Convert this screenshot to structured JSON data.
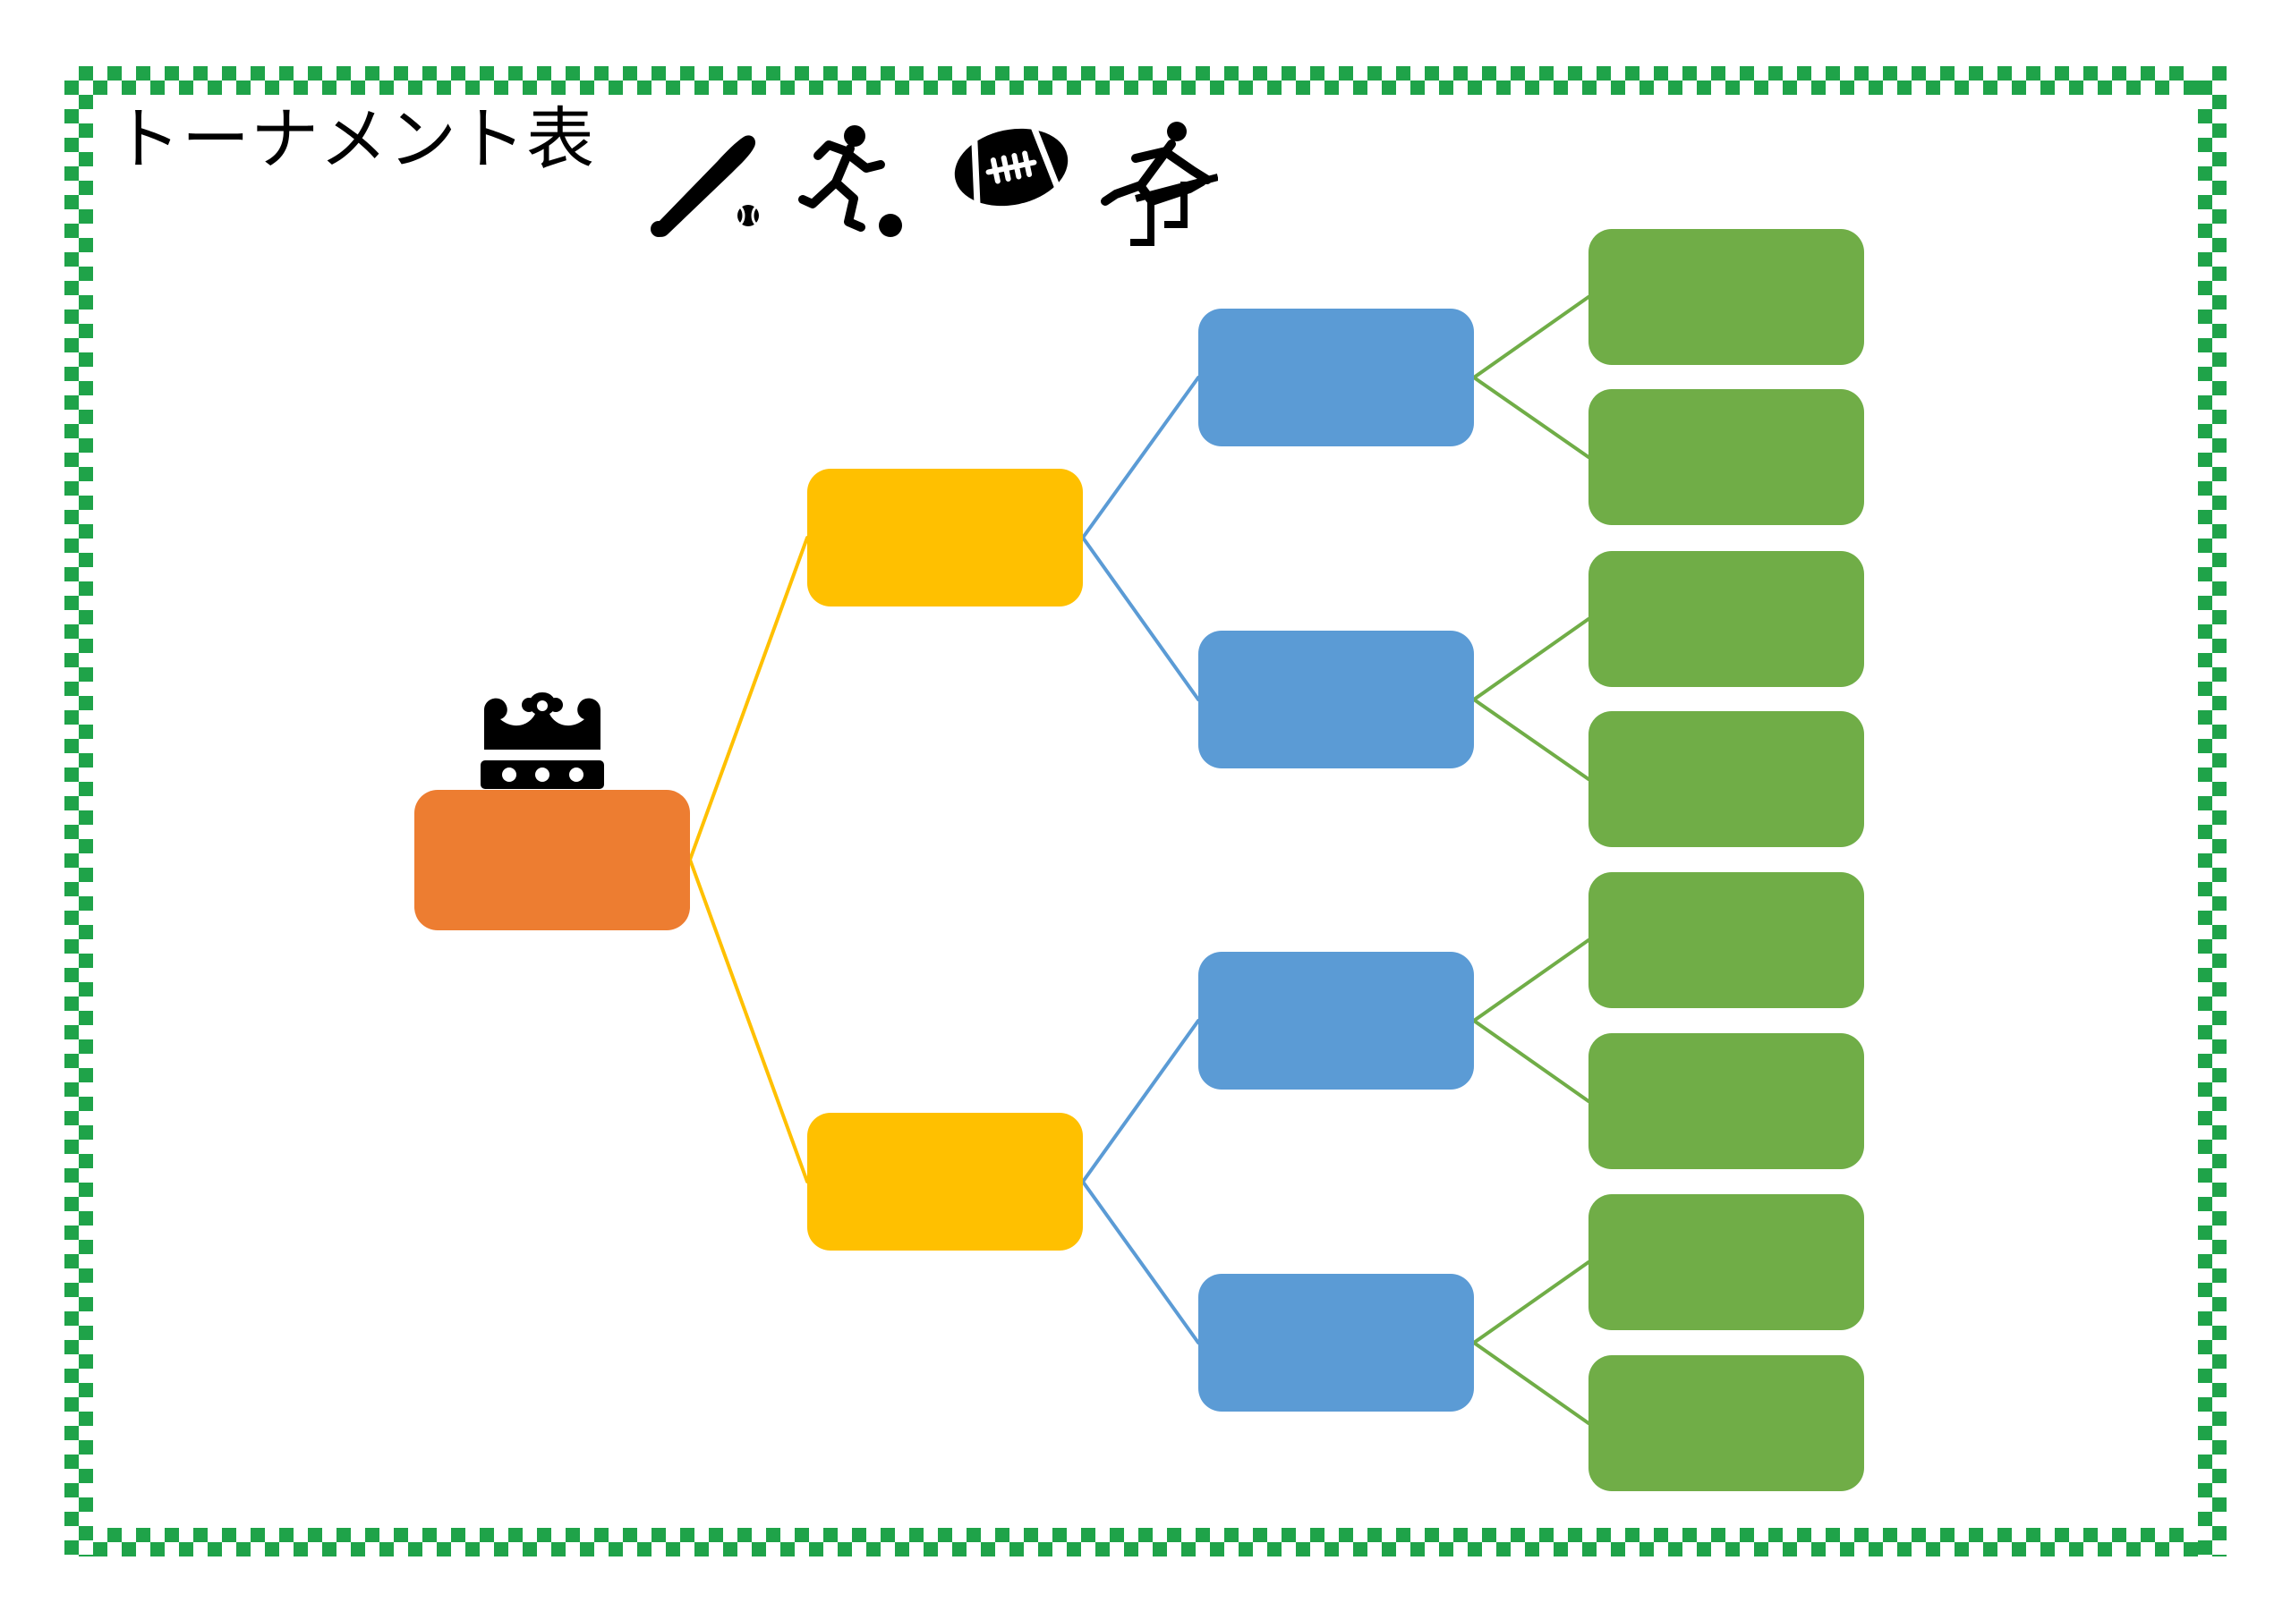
{
  "page": {
    "title": "トーナメント表",
    "background": "#FFFFFF"
  },
  "colors": {
    "frame_green": "#1FA349",
    "champion_orange": "#ED7D31",
    "final_yellow": "#FFC000",
    "semifinal_blue": "#5B9BD5",
    "first_round_green": "#70AD47",
    "icon_black": "#000000"
  },
  "header": {
    "icons": [
      {
        "name": "baseball-bat-and-ball-icon"
      },
      {
        "name": "soccer-runner-icon"
      },
      {
        "name": "rugby-ball-icon"
      },
      {
        "name": "hurdler-icon"
      }
    ]
  },
  "bracket": {
    "champion_decoration": "crown-icon",
    "levels": [
      {
        "name": "champion",
        "boxes": 1
      },
      {
        "name": "final",
        "boxes": 2
      },
      {
        "name": "semifinal",
        "boxes": 4
      },
      {
        "name": "first-round",
        "boxes": 8
      }
    ]
  }
}
